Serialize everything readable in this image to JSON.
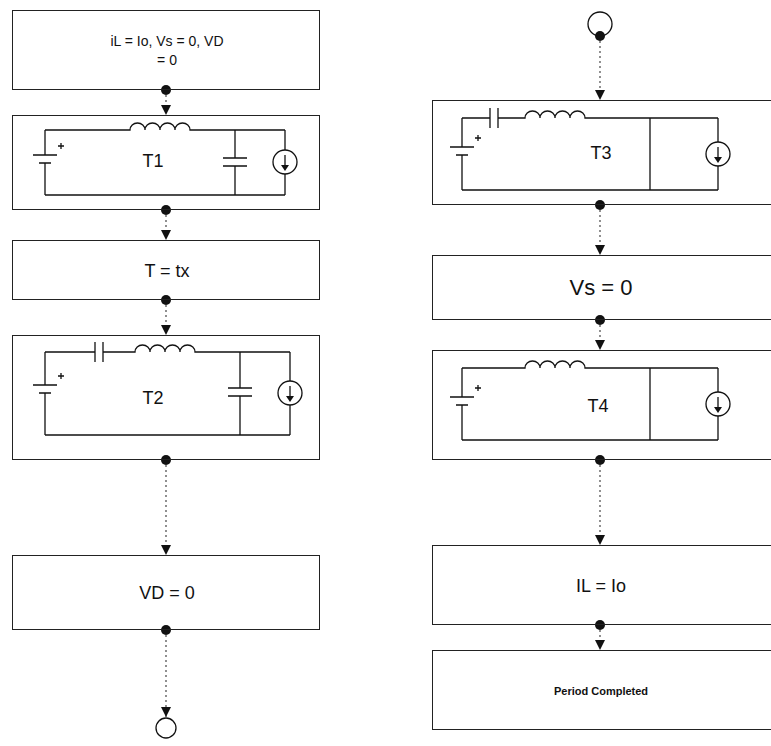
{
  "diagram": {
    "nodes": [
      {
        "text": [
          "iL = Io, Vs = 0, VD = 0"
        ]
      },
      {
        "text": [
          "T1"
        ]
      },
      {
        "text": [
          "T = tx"
        ]
      },
      {
        "text": [
          "T2"
        ]
      },
      {
        "text": [
          "VD = 0"
        ]
      },
      {
        "text": [
          "T3"
        ]
      },
      {
        "text": [
          "Vs = 0"
        ]
      },
      {
        "text": [
          "T4"
        ]
      },
      {
        "text": [
          "IL = Io"
        ]
      },
      {
        "text": [
          "Period Completed"
        ]
      }
    ],
    "edges": [
      {
        "from": 0,
        "to": 1,
        "arrow": "to"
      },
      {
        "from": 1,
        "to": 2,
        "arrow": "to"
      },
      {
        "from": 2,
        "to": 3,
        "arrow": "to"
      },
      {
        "from": 3,
        "to": 4,
        "arrow": "to"
      },
      {
        "from": 5,
        "to": 6,
        "arrow": "to"
      },
      {
        "from": 6,
        "to": 7,
        "arrow": "to"
      },
      {
        "from": 7,
        "to": 8,
        "arrow": "to"
      },
      {
        "from": 8,
        "to": 9,
        "arrow": "to"
      }
    ]
  }
}
